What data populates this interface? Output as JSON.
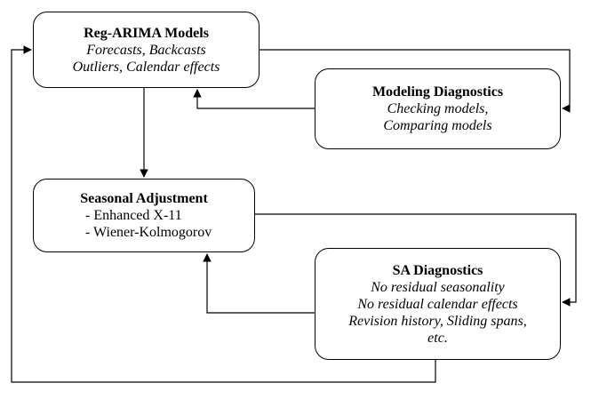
{
  "regarima": {
    "title": "Reg-ARIMA Models",
    "line1": "Forecasts, Backcasts",
    "line2": "Outliers, Calendar effects"
  },
  "modeling": {
    "title": "Modeling Diagnostics",
    "line1": "Checking models,",
    "line2": "Comparing models"
  },
  "seasonal": {
    "title": "Seasonal Adjustment",
    "line1": "- Enhanced X-11",
    "line2": "- Wiener-Kolmogorov"
  },
  "sadiag": {
    "title": "SA Diagnostics",
    "line1": "No residual seasonality",
    "line2": "No residual calendar effects",
    "line3": "Revision history, Sliding spans,",
    "line4": "etc."
  },
  "colors": {
    "stroke": "#000000",
    "background": "#ffffff"
  }
}
